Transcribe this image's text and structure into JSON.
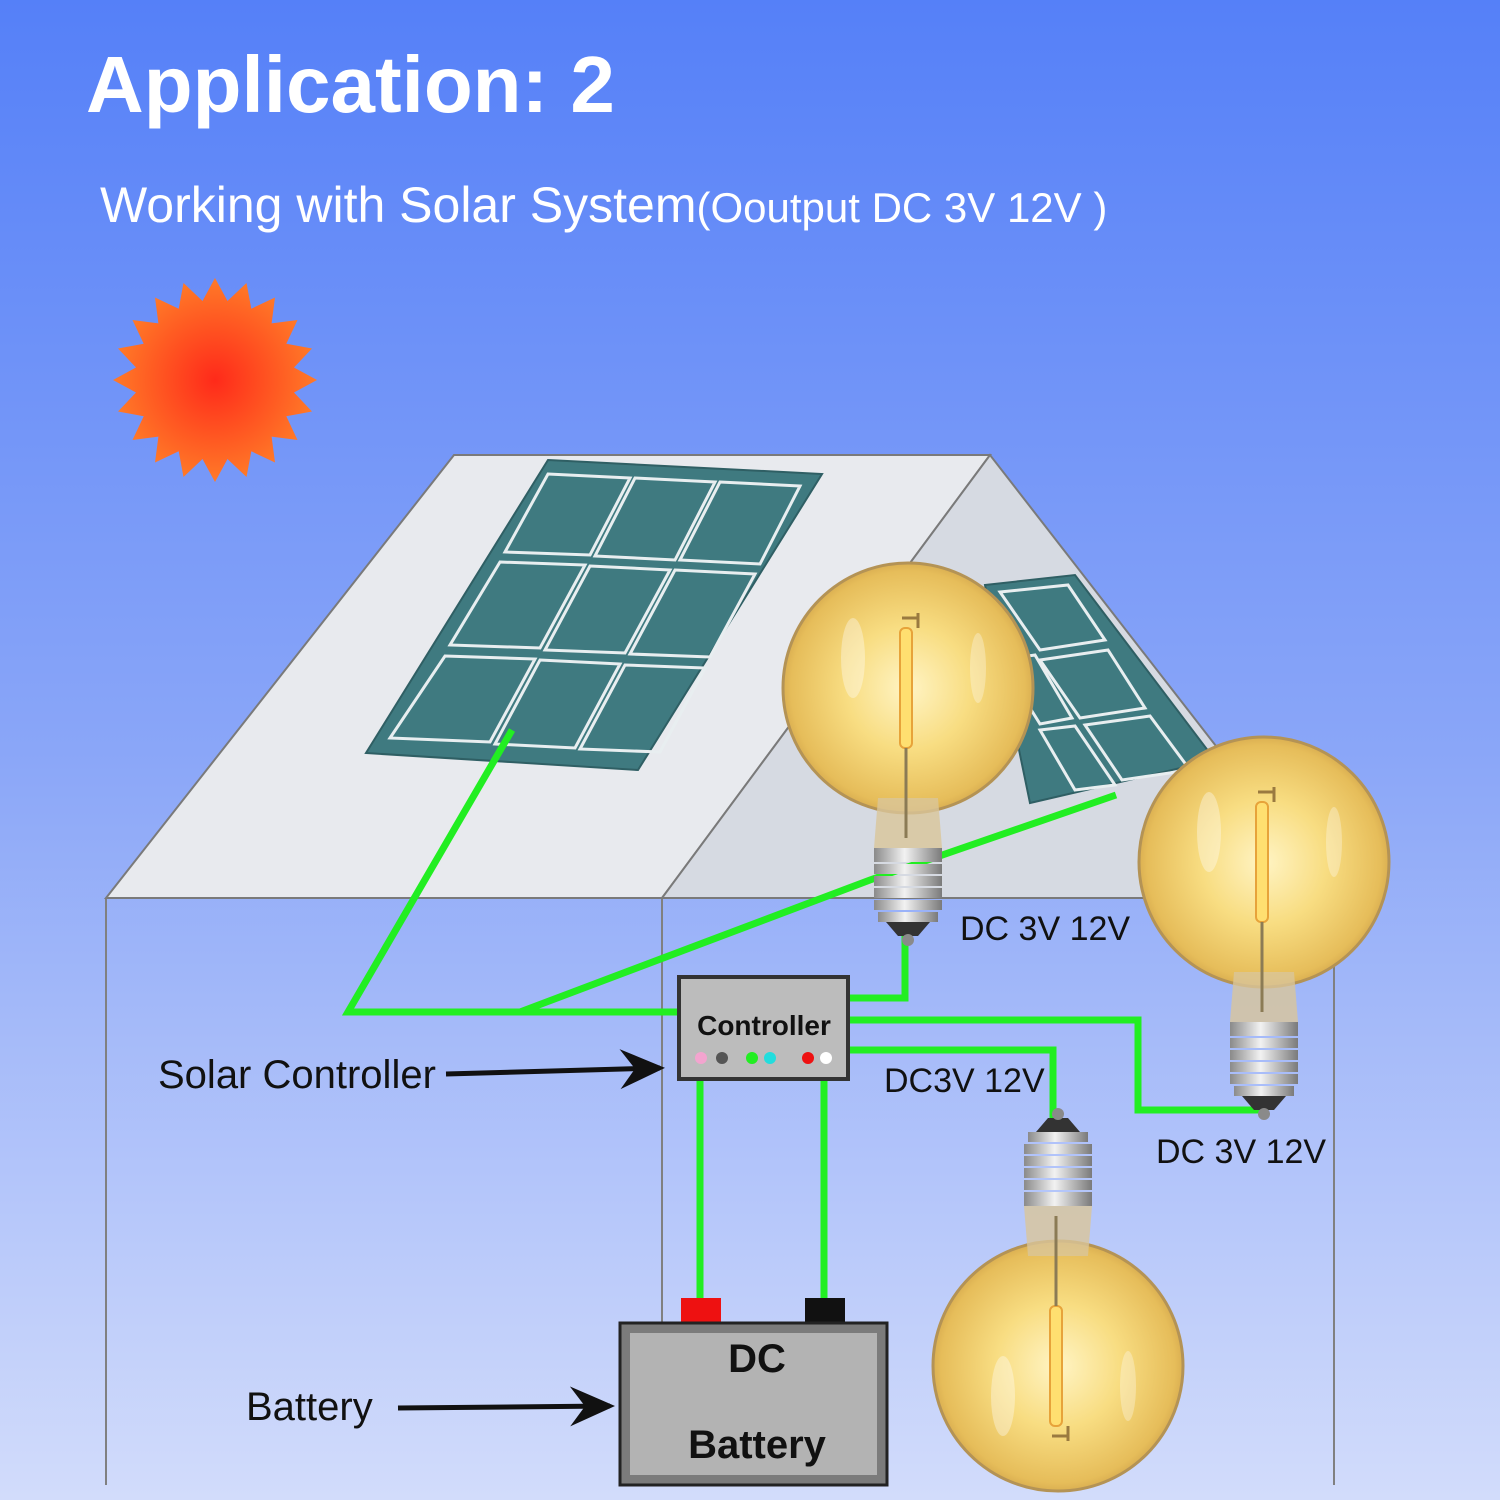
{
  "header": {
    "title": "Application: 2",
    "subtitle_main": "Working with Solar System",
    "subtitle_paren": "(Ooutput DC 3V 12V )"
  },
  "labels": {
    "solar_controller": "Solar Controller",
    "battery": "Battery",
    "controller_box": "Controller",
    "battery_box_line1": "DC",
    "battery_box_line2": "Battery"
  },
  "bulbs": [
    {
      "id": "bulb-top",
      "label": "DC 3V 12V"
    },
    {
      "id": "bulb-right",
      "label": "DC 3V 12V"
    },
    {
      "id": "bulb-bottom",
      "label": "DC3V 12V"
    }
  ],
  "colors": {
    "sky_top": "#5580f8",
    "sky_bottom": "#d2dcfb",
    "wire": "#22ee22",
    "panel": "#3f7a80",
    "sun": "#ff6a1e",
    "bulb_glow": "#f7d878",
    "terminal_positive": "#ee1111",
    "terminal_negative": "#111111"
  },
  "controller_leds": [
    "#f3a4cf",
    "#555555",
    "#22ee22",
    "#22dddd",
    "#ee1111",
    "#ffffff"
  ]
}
